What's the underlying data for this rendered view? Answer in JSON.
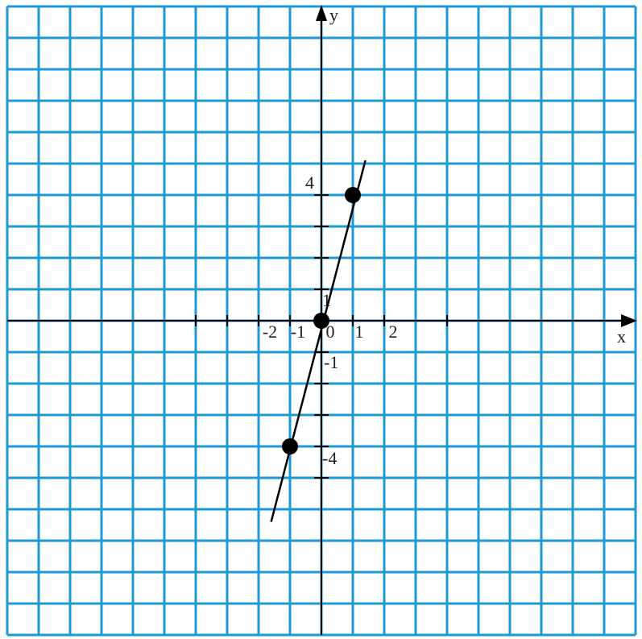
{
  "chart_data": {
    "type": "line",
    "xlabel": "x",
    "ylabel": "y",
    "xlim": [
      -10,
      10
    ],
    "ylim": [
      -10,
      10
    ],
    "grid": true,
    "colors": {
      "grid": "#1b9ad6",
      "axis": "#000000",
      "line": "#000000"
    },
    "line": {
      "x": [
        -1.6,
        1.4
      ],
      "y": [
        -6.4,
        5.1
      ]
    },
    "points": [
      {
        "x": -1,
        "y": -4
      },
      {
        "x": 0,
        "y": 0
      },
      {
        "x": 1,
        "y": 4
      }
    ],
    "tick_labels": {
      "x": [
        {
          "value": -2,
          "text": "-2"
        },
        {
          "value": -1,
          "text": "-1"
        },
        {
          "value": 0,
          "text": "0"
        },
        {
          "value": 1,
          "text": "1"
        },
        {
          "value": 2,
          "text": "2"
        }
      ],
      "y": [
        {
          "value": 4,
          "text": "4"
        },
        {
          "value": 1,
          "text": "1"
        },
        {
          "value": -1,
          "text": "-1"
        },
        {
          "value": -4,
          "text": "-4"
        }
      ]
    }
  }
}
